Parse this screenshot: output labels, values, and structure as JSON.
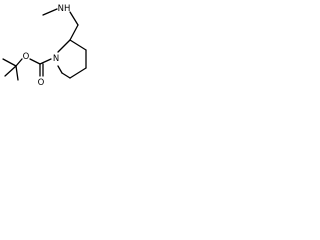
{
  "molecule": {
    "atoms": {
      "amine_nh": "NH",
      "ring_nitrogen": "N",
      "carbonyl_oxygen": "O",
      "ester_oxygen": "O"
    },
    "colors": {
      "bond": "#000000",
      "label": "#000000",
      "background": "#ffffff"
    }
  }
}
